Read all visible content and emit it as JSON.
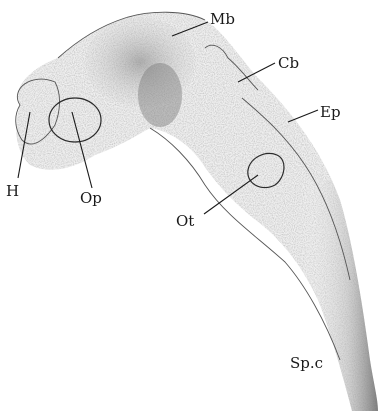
{
  "figure": {
    "labels": {
      "mb": "Mb",
      "cb": "Cb",
      "ep": "Ep",
      "h": "H",
      "op": "Op",
      "ot": "Ot",
      "spc": "Sp.c"
    }
  }
}
